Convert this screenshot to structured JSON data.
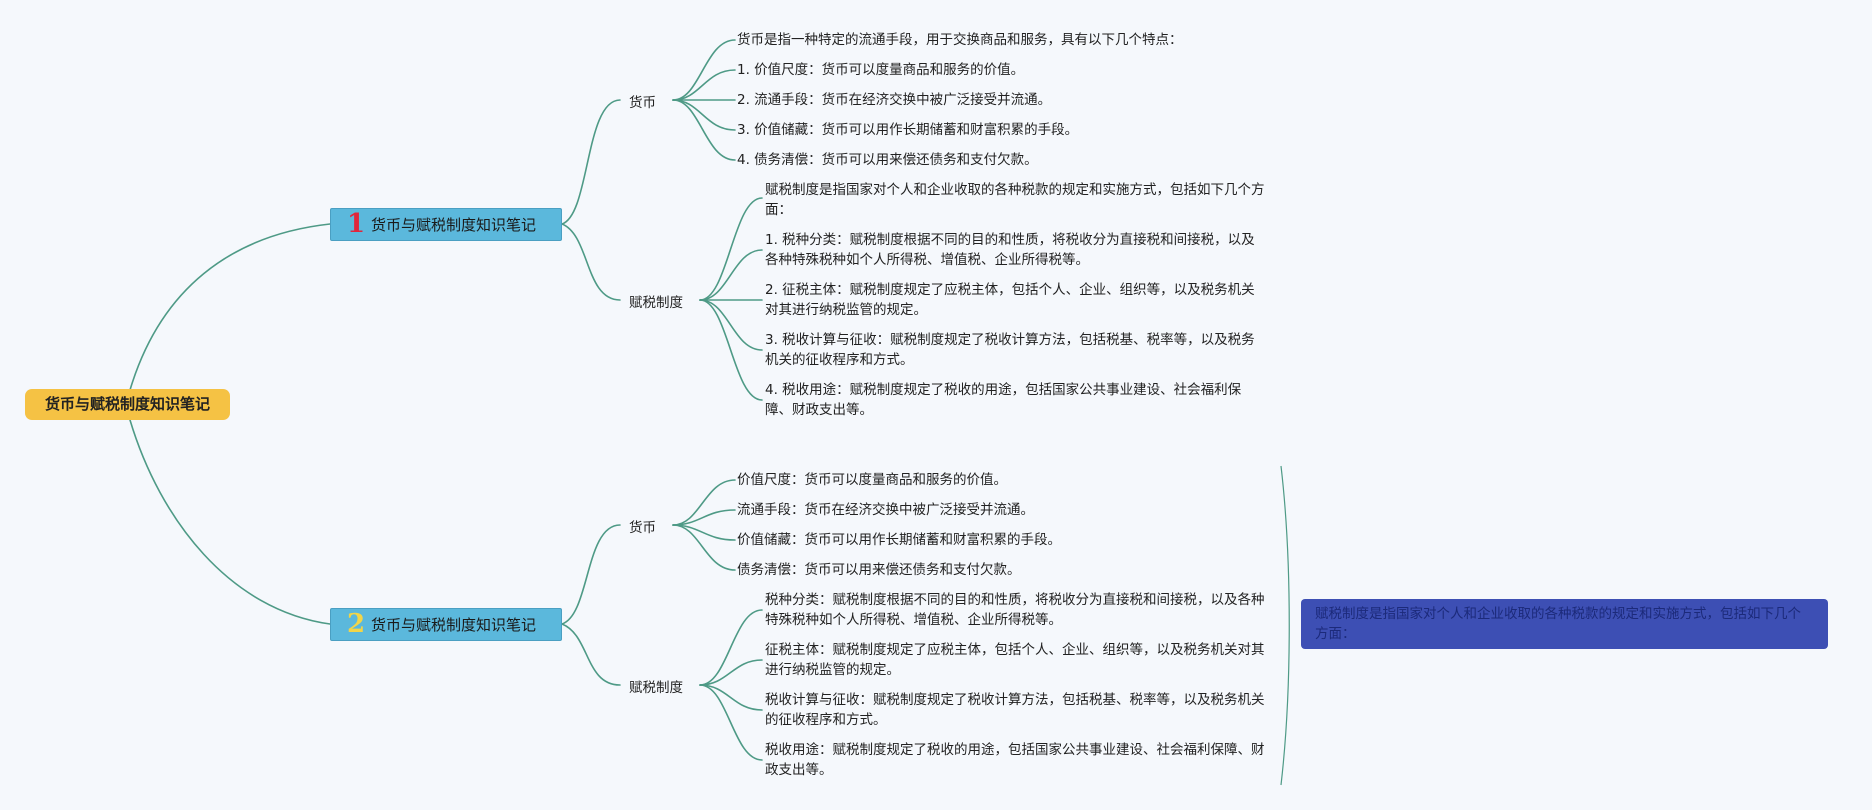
{
  "root": {
    "label": "货币与赋税制度知识笔记"
  },
  "topics": [
    {
      "number": "1",
      "label": "货币与赋税制度知识笔记",
      "branches": [
        {
          "label": "货币",
          "items": [
            "货币是指一种特定的流通手段，用于交换商品和服务，具有以下几个特点：",
            "1. 价值尺度：货币可以度量商品和服务的价值。",
            "2. 流通手段：货币在经济交换中被广泛接受并流通。",
            "3. 价值储藏：货币可以用作长期储蓄和财富积累的手段。",
            "4. 债务清偿：货币可以用来偿还债务和支付欠款。"
          ]
        },
        {
          "label": "赋税制度",
          "items": [
            "赋税制度是指国家对个人和企业收取的各种税款的规定和实施方式，包括如下几个方面：",
            "1. 税种分类：赋税制度根据不同的目的和性质，将税收分为直接税和间接税，以及各种特殊税种如个人所得税、增值税、企业所得税等。",
            "2. 征税主体：赋税制度规定了应税主体，包括个人、企业、组织等，以及税务机关对其进行纳税监管的规定。",
            "3. 税收计算与征收：赋税制度规定了税收计算方法，包括税基、税率等，以及税务机关的征收程序和方式。",
            "4. 税收用途：赋税制度规定了税收的用途，包括国家公共事业建设、社会福利保障、财政支出等。"
          ]
        }
      ]
    },
    {
      "number": "2",
      "label": "货币与赋税制度知识笔记",
      "branches": [
        {
          "label": "货币",
          "items": [
            "价值尺度：货币可以度量商品和服务的价值。",
            "流通手段：货币在经济交换中被广泛接受并流通。",
            "价值储藏：货币可以用作长期储蓄和财富积累的手段。",
            "债务清偿：货币可以用来偿还债务和支付欠款。"
          ]
        },
        {
          "label": "赋税制度",
          "items": [
            "税种分类：赋税制度根据不同的目的和性质，将税收分为直接税和间接税，以及各种特殊税种如个人所得税、增值税、企业所得税等。",
            "征税主体：赋税制度规定了应税主体，包括个人、企业、组织等，以及税务机关对其进行纳税监管的规定。",
            "税收计算与征收：赋税制度规定了税收计算方法，包括税基、税率等，以及税务机关的征收程序和方式。",
            "税收用途：赋税制度规定了税收的用途，包括国家公共事业建设、社会福利保障、财政支出等。"
          ]
        }
      ]
    }
  ],
  "summary": {
    "text": "赋税制度是指国家对个人和企业收取的各种税款的规定和实施方式，包括如下几个方面："
  },
  "colors": {
    "link": "#4e9a86",
    "root": "#f5c244",
    "topic": "#5bb8dc",
    "callout": "#3d4fb4"
  }
}
